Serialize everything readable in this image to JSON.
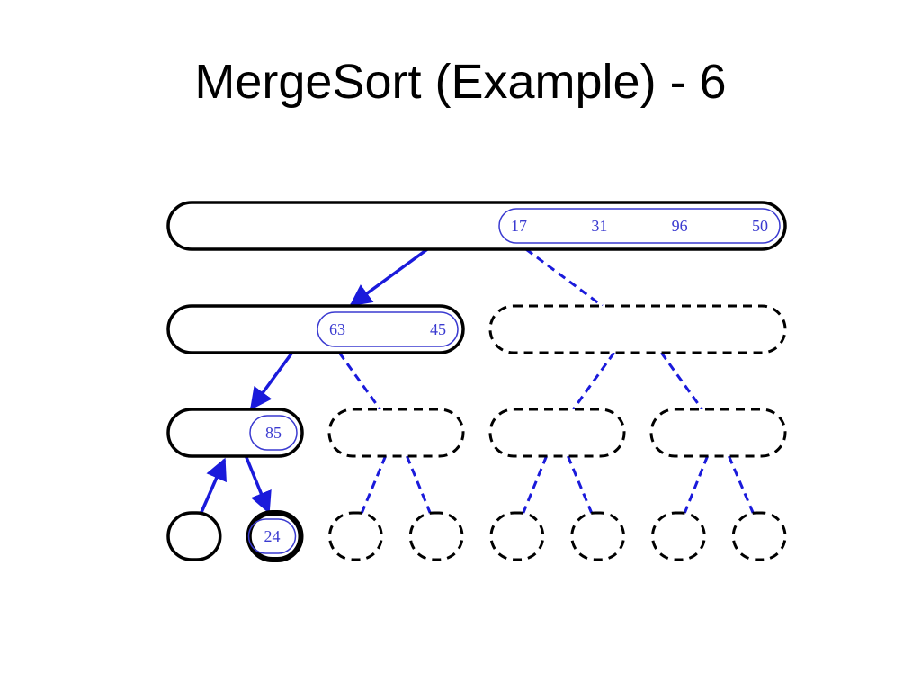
{
  "slide": {
    "title": "MergeSort (Example) - 6"
  },
  "colors": {
    "node_outline": "#000000",
    "connector": "#1a1adb",
    "value_text": "#3a3ad0",
    "background": "#ffffff"
  },
  "tree": {
    "levels": [
      {
        "level": 0,
        "nodes": [
          {
            "state": "active",
            "values": [
              "17",
              "31",
              "96",
              "50"
            ]
          }
        ]
      },
      {
        "level": 1,
        "nodes": [
          {
            "state": "active",
            "values": [
              "63",
              "45"
            ]
          },
          {
            "state": "pending",
            "values": []
          }
        ]
      },
      {
        "level": 2,
        "nodes": [
          {
            "state": "active",
            "values": [
              "85"
            ]
          },
          {
            "state": "pending",
            "values": []
          },
          {
            "state": "pending",
            "values": []
          },
          {
            "state": "pending",
            "values": []
          }
        ]
      },
      {
        "level": 3,
        "nodes": [
          {
            "state": "done-empty",
            "values": []
          },
          {
            "state": "current",
            "values": [
              "24"
            ]
          },
          {
            "state": "pending",
            "values": []
          },
          {
            "state": "pending",
            "values": []
          },
          {
            "state": "pending",
            "values": []
          },
          {
            "state": "pending",
            "values": []
          },
          {
            "state": "pending",
            "values": []
          },
          {
            "state": "pending",
            "values": []
          }
        ]
      }
    ],
    "edges": [
      {
        "from": [
          0,
          0
        ],
        "to": [
          1,
          0
        ],
        "style": "solid-arrow-down"
      },
      {
        "from": [
          0,
          0
        ],
        "to": [
          1,
          1
        ],
        "style": "dashed"
      },
      {
        "from": [
          1,
          0
        ],
        "to": [
          2,
          0
        ],
        "style": "solid-arrow-down"
      },
      {
        "from": [
          1,
          0
        ],
        "to": [
          2,
          1
        ],
        "style": "dashed"
      },
      {
        "from": [
          1,
          1
        ],
        "to": [
          2,
          2
        ],
        "style": "dashed"
      },
      {
        "from": [
          1,
          1
        ],
        "to": [
          2,
          3
        ],
        "style": "dashed"
      },
      {
        "from": [
          2,
          0
        ],
        "to": [
          3,
          0
        ],
        "style": "solid-arrow-up"
      },
      {
        "from": [
          2,
          0
        ],
        "to": [
          3,
          1
        ],
        "style": "solid-arrow-down"
      },
      {
        "from": [
          2,
          1
        ],
        "to": [
          3,
          2
        ],
        "style": "dashed"
      },
      {
        "from": [
          2,
          1
        ],
        "to": [
          3,
          3
        ],
        "style": "dashed"
      },
      {
        "from": [
          2,
          2
        ],
        "to": [
          3,
          4
        ],
        "style": "dashed"
      },
      {
        "from": [
          2,
          2
        ],
        "to": [
          3,
          5
        ],
        "style": "dashed"
      },
      {
        "from": [
          2,
          3
        ],
        "to": [
          3,
          6
        ],
        "style": "dashed"
      },
      {
        "from": [
          2,
          3
        ],
        "to": [
          3,
          7
        ],
        "style": "dashed"
      }
    ]
  }
}
